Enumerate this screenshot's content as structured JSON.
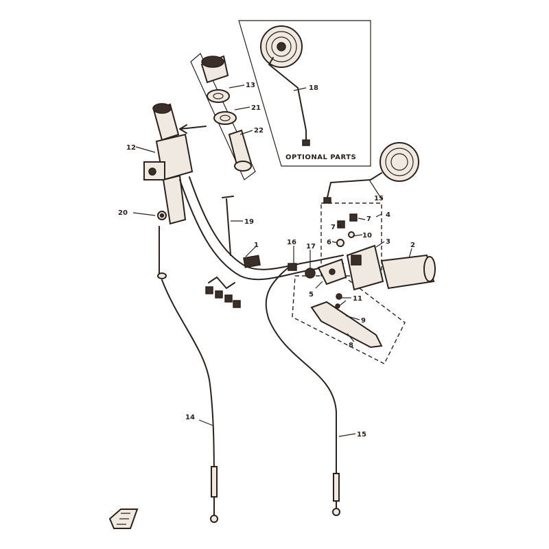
{
  "optional_parts_label": "OPTIONAL PARTS",
  "callouts": {
    "n1": "1",
    "n2": "2",
    "n3": "3",
    "n4": "4",
    "n5": "5",
    "n6": "6",
    "n7a": "7",
    "n7b": "7",
    "n8": "8",
    "n9": "9",
    "n10": "10",
    "n11": "11",
    "n12": "12",
    "n13": "13",
    "n14": "14",
    "n15a": "15",
    "n15b": "15",
    "n16": "16",
    "n17": "17",
    "n18": "18",
    "n19": "19",
    "n20": "20",
    "n21": "21",
    "n22": "22"
  }
}
